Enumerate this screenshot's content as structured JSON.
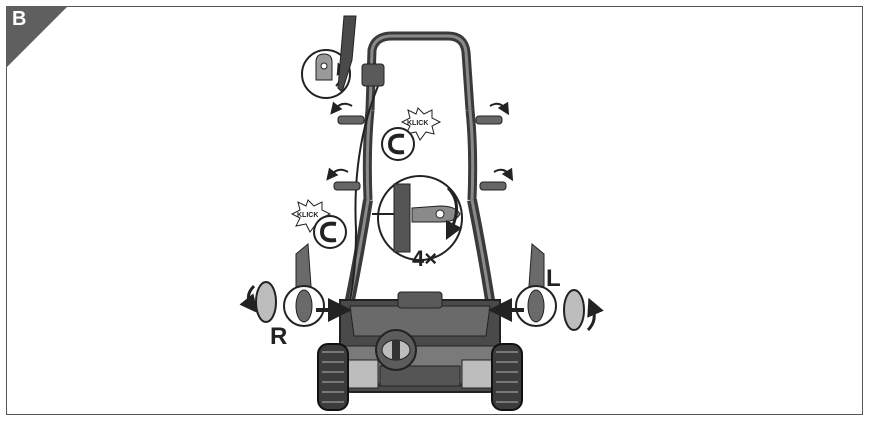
{
  "figure": {
    "badge_letter": "B",
    "klick_top": "KLICK",
    "klick_left": "KLICK",
    "count_label": "4×",
    "right_wheel_label": "R",
    "left_wheel_label": "L"
  },
  "colors": {
    "frame": "#555555",
    "badge": "#5f5f5f",
    "body_dark": "#4a4a4a",
    "body_mid": "#7a7a7a",
    "body_light": "#bdbdbd"
  },
  "icons": [
    "lock-icon",
    "clip-icon",
    "rotate-arrow-icon",
    "clamp-lever-icon",
    "wheel-icon",
    "grass-bag-icon"
  ]
}
